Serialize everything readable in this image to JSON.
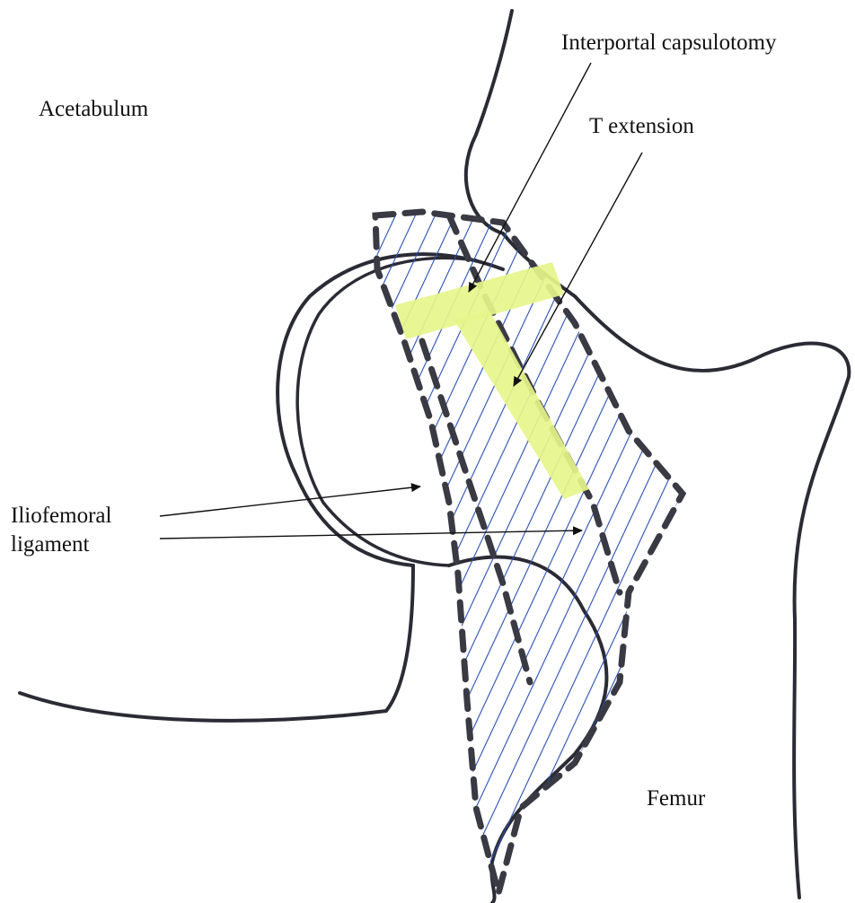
{
  "labels": {
    "acetabulum": "Acetabulum",
    "interportal_capsulotomy": "Interportal capsulotomy",
    "t_extension": "T extension",
    "iliofemoral_line1": "Iliofemoral",
    "iliofemoral_line2": "ligament",
    "femur": "Femur"
  },
  "colors": {
    "bone_outline": "#2b2b35",
    "ligament_dash": "#3a3a44",
    "hatch": "#2a4fb0",
    "capsulotomy": "#e6f58a",
    "arrow": "#111111"
  }
}
